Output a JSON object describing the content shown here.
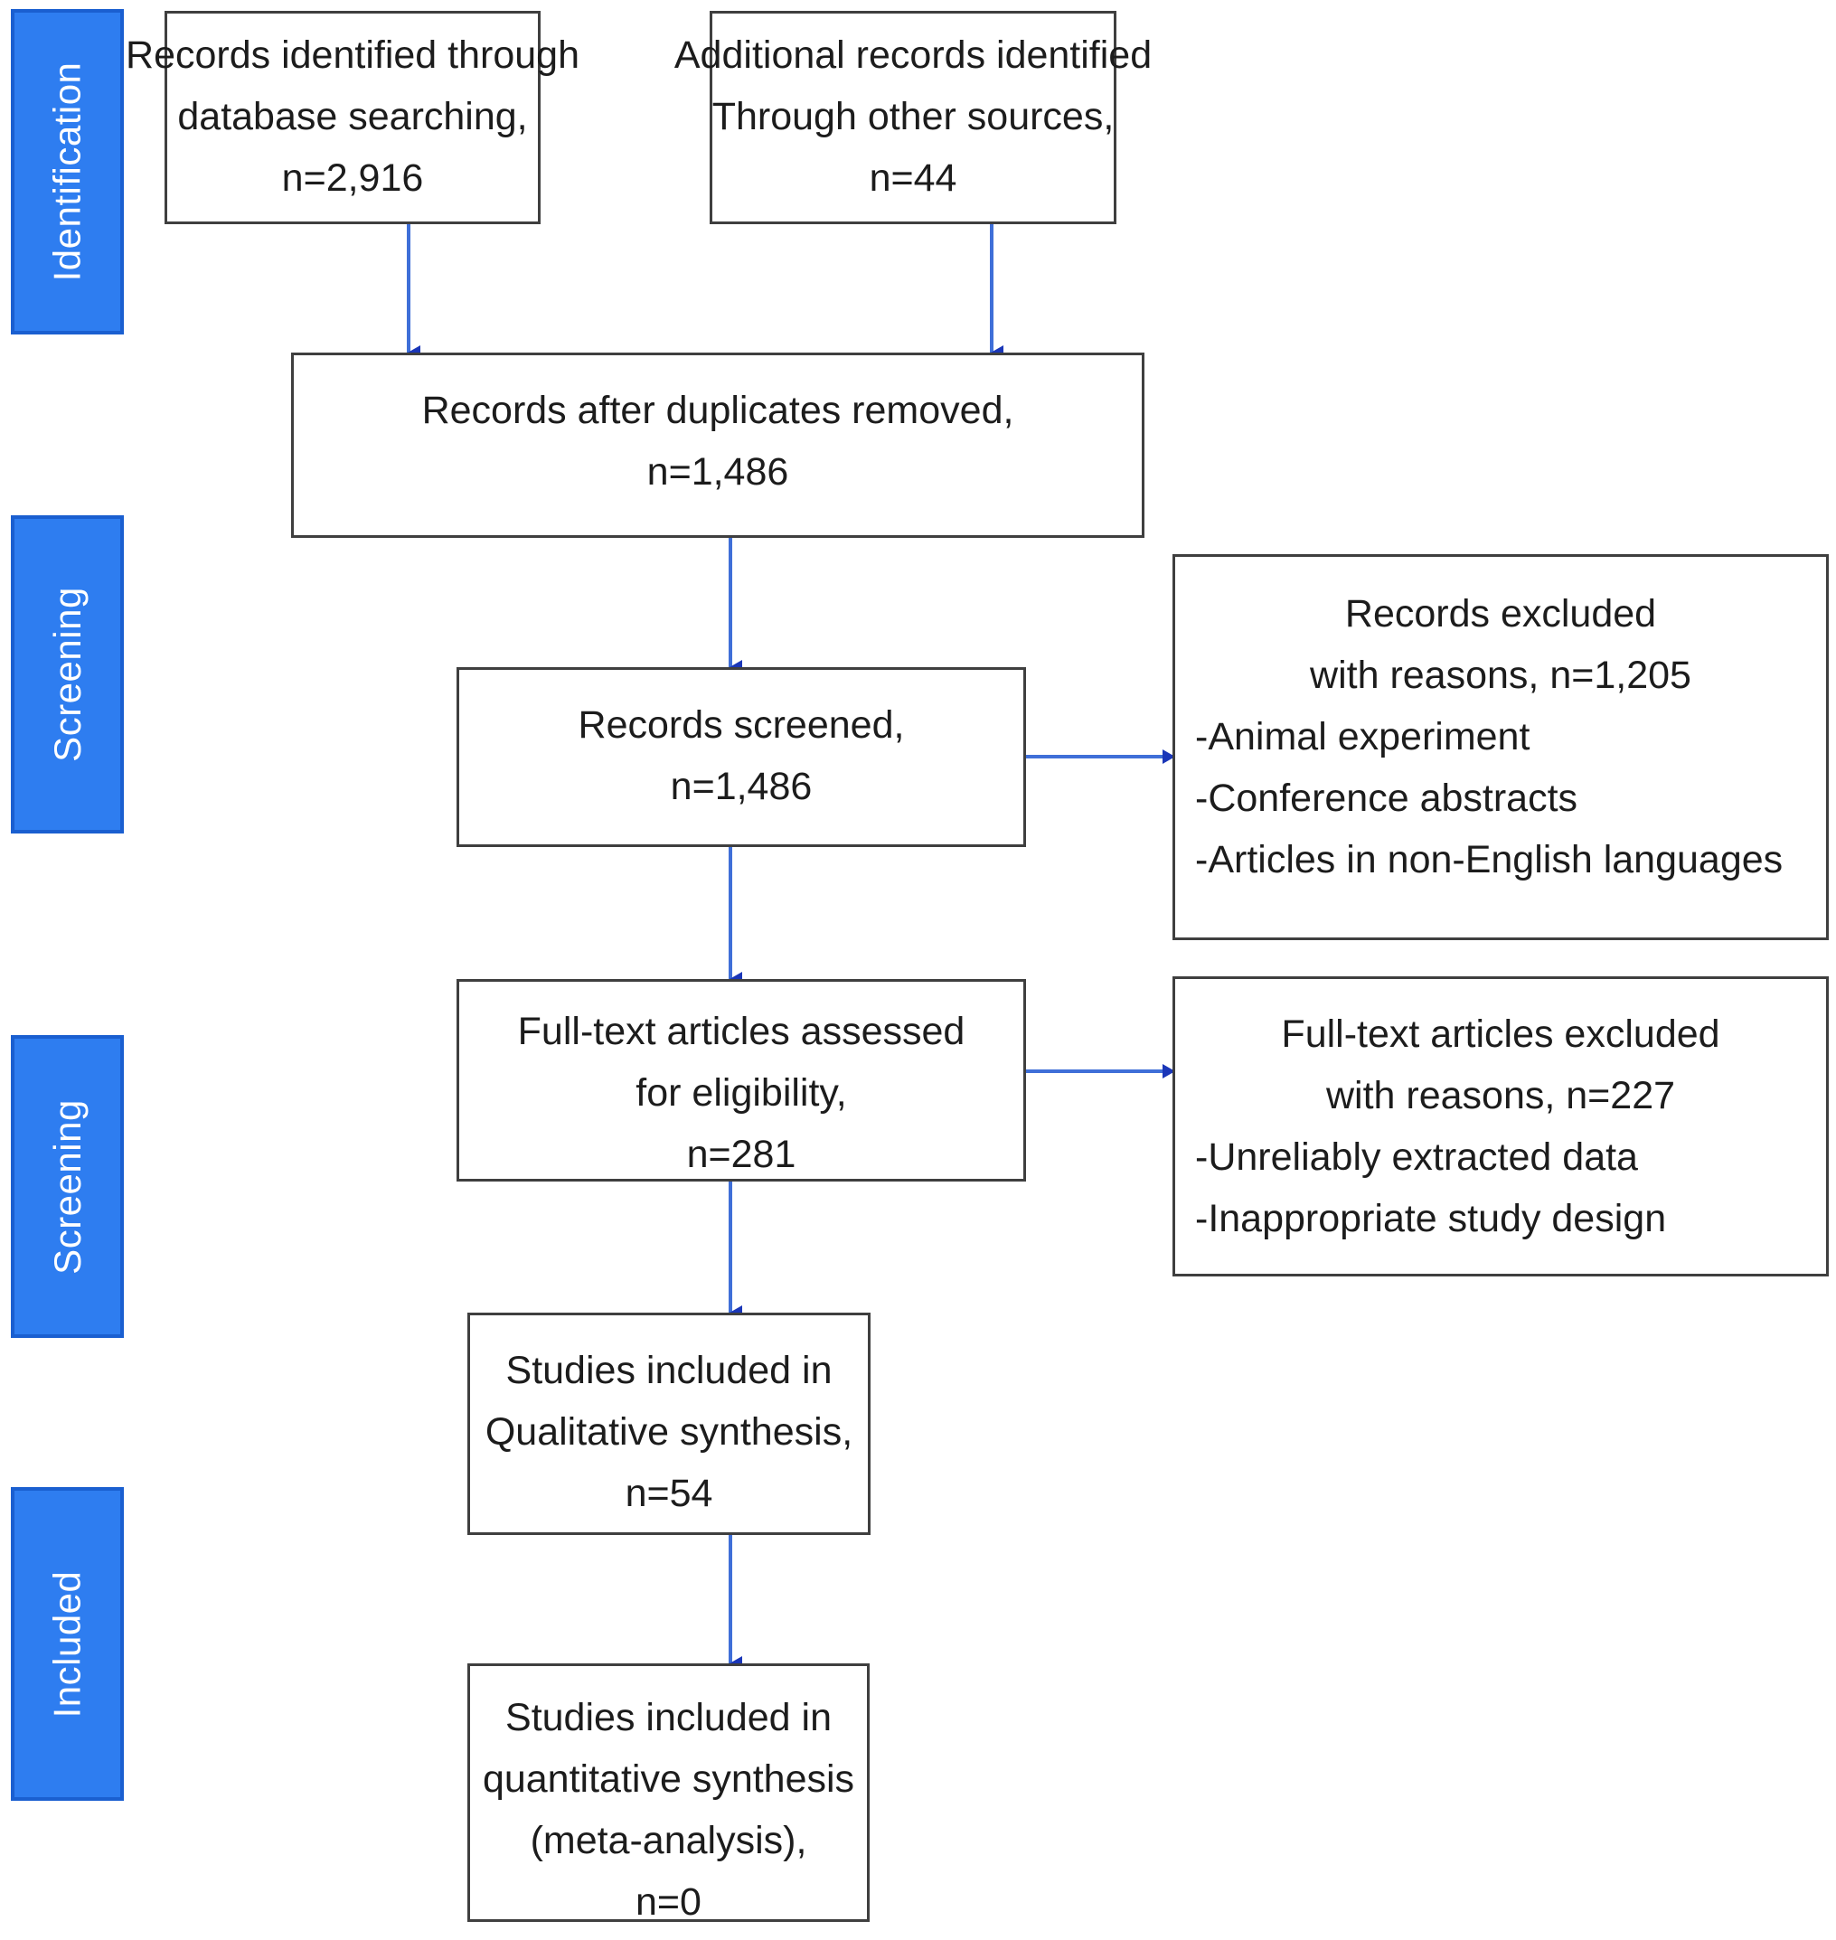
{
  "diagram": {
    "title": "PRISMA flow diagram",
    "accent_color": "#2e7df0",
    "accent_border_color": "#1a5fd0",
    "arrow_color": "#3f6fd8",
    "arrowhead_color": "#1a36b8",
    "box_border_color": "#3f3f3f",
    "text_color": "#1c1c1c"
  },
  "stages": [
    {
      "id": "identification",
      "label": "Identification"
    },
    {
      "id": "screening-1",
      "label": "Screening"
    },
    {
      "id": "screening-2",
      "label": "Screening"
    },
    {
      "id": "included",
      "label": "Included"
    }
  ],
  "boxes": {
    "database_search": {
      "line1": "Records identified through",
      "line2": "database searching,",
      "line3": "n=2,916"
    },
    "other_sources": {
      "line1": "Additional records identified",
      "line2": "Through other sources,",
      "line3": "n=44"
    },
    "duplicates_removed": {
      "line1": "Records after duplicates removed,",
      "line2": "n=1,486"
    },
    "records_screened": {
      "line1": "Records screened,",
      "line2": "n=1,486"
    },
    "records_excluded": {
      "line1": "Records excluded",
      "line2": "with reasons, n=1,205",
      "line3": "-Animal experiment",
      "line4": "-Conference abstracts",
      "line5": "-Articles in non-English languages"
    },
    "fulltext_assessed": {
      "line1": "Full-text articles assessed",
      "line2": "for eligibility,",
      "line3": "n=281"
    },
    "fulltext_excluded": {
      "line1": "Full-text articles excluded",
      "line2": "with reasons, n=227",
      "line3": "-Unreliably extracted data",
      "line4": "-Inappropriate study design"
    },
    "qualitative_synthesis": {
      "line1": "Studies included in",
      "line2": "Qualitative synthesis,",
      "line3": "n=54"
    },
    "quantitative_synthesis": {
      "line1": "Studies included in",
      "line2": "quantitative synthesis",
      "line3": "(meta-analysis),",
      "line4": "n=0"
    }
  },
  "chart_data": {
    "type": "diagram",
    "title": "PRISMA flow diagram",
    "nodes": [
      {
        "id": "database_search",
        "stage": "Identification",
        "label": "Records identified through database searching",
        "n": 2916
      },
      {
        "id": "other_sources",
        "stage": "Identification",
        "label": "Additional records identified Through other sources",
        "n": 44
      },
      {
        "id": "duplicates_removed",
        "stage": "Screening",
        "label": "Records after duplicates removed",
        "n": 1486
      },
      {
        "id": "records_screened",
        "stage": "Screening",
        "label": "Records screened",
        "n": 1486
      },
      {
        "id": "records_excluded",
        "stage": "Screening",
        "label": "Records excluded with reasons",
        "n": 1205,
        "reasons": [
          "Animal experiment",
          "Conference abstracts",
          "Articles in non-English languages"
        ]
      },
      {
        "id": "fulltext_assessed",
        "stage": "Screening",
        "label": "Full-text articles assessed for eligibility",
        "n": 281
      },
      {
        "id": "fulltext_excluded",
        "stage": "Screening",
        "label": "Full-text articles excluded with reasons",
        "n": 227,
        "reasons": [
          "Unreliably extracted data",
          "Inappropriate study design"
        ]
      },
      {
        "id": "qualitative_synthesis",
        "stage": "Included",
        "label": "Studies included in Qualitative synthesis",
        "n": 54
      },
      {
        "id": "quantitative_synthesis",
        "stage": "Included",
        "label": "Studies included in quantitative synthesis (meta-analysis)",
        "n": 0
      }
    ],
    "edges": [
      {
        "from": "database_search",
        "to": "duplicates_removed",
        "direction": "down"
      },
      {
        "from": "other_sources",
        "to": "duplicates_removed",
        "direction": "down"
      },
      {
        "from": "duplicates_removed",
        "to": "records_screened",
        "direction": "down"
      },
      {
        "from": "records_screened",
        "to": "records_excluded",
        "direction": "right"
      },
      {
        "from": "records_screened",
        "to": "fulltext_assessed",
        "direction": "down"
      },
      {
        "from": "fulltext_assessed",
        "to": "fulltext_excluded",
        "direction": "right"
      },
      {
        "from": "fulltext_assessed",
        "to": "qualitative_synthesis",
        "direction": "down"
      },
      {
        "from": "qualitative_synthesis",
        "to": "quantitative_synthesis",
        "direction": "down"
      }
    ]
  }
}
